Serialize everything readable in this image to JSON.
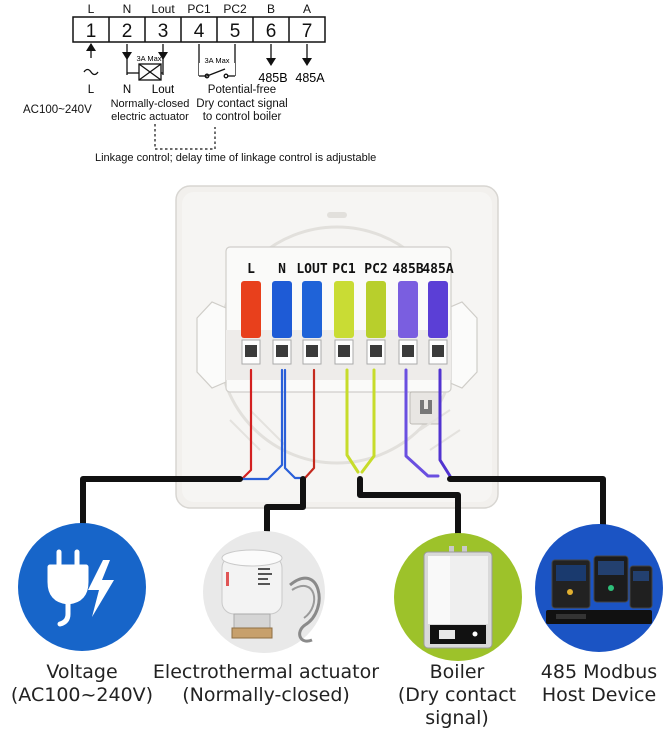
{
  "schematic": {
    "terminals": [
      {
        "top": "L",
        "num": "1"
      },
      {
        "top": "N",
        "num": "2"
      },
      {
        "top": "Lout",
        "num": "3"
      },
      {
        "top": "PC1",
        "num": "4"
      },
      {
        "top": "PC2",
        "num": "5"
      },
      {
        "top": "B",
        "num": "6"
      },
      {
        "top": "A",
        "num": "7"
      }
    ],
    "relay1_rating": "3A Max",
    "relay2_rating": "3A Max",
    "label_L": "L",
    "label_N": "N",
    "label_Lout": "Lout",
    "label_485B": "485B",
    "label_485A": "485A",
    "ac_range": "AC100~240V",
    "nc_line1": "Normally-closed",
    "nc_line2": "electric actuator",
    "pf_line1": "Potential-free",
    "pf_line2": "Dry contact signal",
    "pf_line3": "to control boiler",
    "linkage_note": "Linkage control; delay time of linkage control is adjustable"
  },
  "panel": {
    "terminal_labels": [
      "L",
      "N",
      "LOUT",
      "PC1",
      "PC2",
      "485B",
      "485A"
    ],
    "colors": {
      "L": "#e8401c",
      "N": "#1e5bd6",
      "LOUT": "#1f63d8",
      "PC1": "#c9dc34",
      "PC2": "#b8cf2c",
      "485B": "#7a5ee0",
      "485A": "#5b3fd6"
    }
  },
  "devices": [
    {
      "title": "Voltage",
      "subtitle": "(AC100~240V)",
      "icon": "plug-lightning-icon",
      "color": "#1765c9"
    },
    {
      "title": "Electrothermal actuator",
      "subtitle": "(Normally-closed)",
      "icon": "actuator-icon"
    },
    {
      "title": "Boiler",
      "subtitle": "(Dry contact signal)",
      "icon": "boiler-icon",
      "color": "#9dc22a"
    },
    {
      "title": "485 Modbus",
      "subtitle": "Host Device",
      "icon": "modbus-host-icon",
      "color": "#1b54c4"
    }
  ]
}
